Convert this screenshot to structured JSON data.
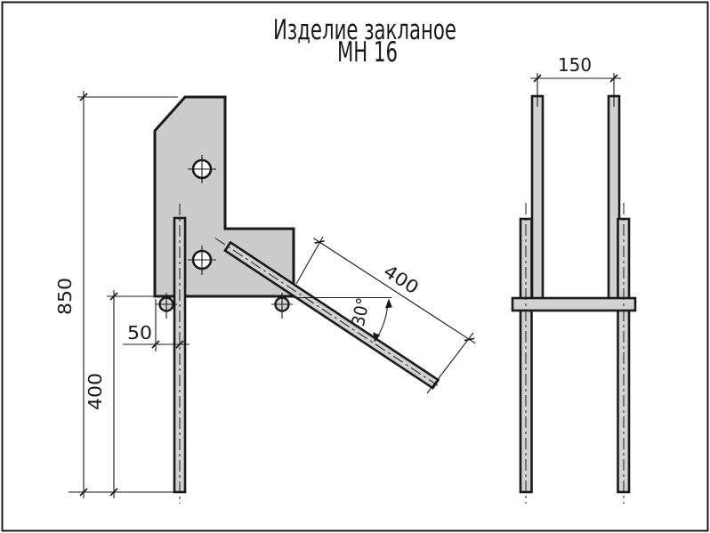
{
  "title": {
    "line1": "Изделие закланое",
    "line2": "МН 16"
  },
  "dims": {
    "total_height": "850",
    "anchor_length": "400",
    "rod_offset": "50",
    "diagonal_length": "400",
    "angle": "30°",
    "rod_spacing": "150"
  },
  "colors": {
    "paper": "#ffffff",
    "line": "#1a1a1a",
    "plate_fill": "#cbcbcb",
    "rod_fill": "#d2d2d2"
  }
}
